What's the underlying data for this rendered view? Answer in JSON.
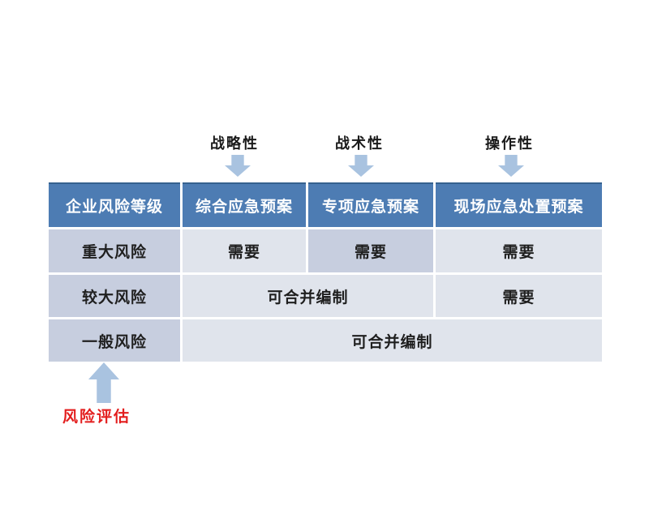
{
  "colors": {
    "header_bg": "#4D7CB3",
    "header_top_accent": "#35618F",
    "header_text": "#FFFFFF",
    "level_column_bg": "#C7CEDF",
    "value_cell_bg": "#E0E4EC",
    "highlight_cell_bg": "#C7CEDF",
    "arrow_fill": "#A9C3E0",
    "assessment_label_color": "#E31D1D",
    "body_text": "#1F1F1F"
  },
  "annotations": {
    "top_labels": [
      {
        "text": "战略性"
      },
      {
        "text": "战术性"
      },
      {
        "text": "操作性"
      }
    ],
    "bottom_label": "风险评估"
  },
  "table": {
    "headers": [
      "企业风险等级",
      "综合应急预案",
      "专项应急预案",
      "现场应急处置预案"
    ],
    "rows": [
      {
        "level": "重大风险",
        "cells": [
          "需要",
          "需要",
          "需要"
        ]
      },
      {
        "level": "较大风险",
        "cells": [
          "可合并编制",
          "需要"
        ]
      },
      {
        "level": "一般风险",
        "cells": [
          "可合并编制"
        ]
      }
    ]
  }
}
